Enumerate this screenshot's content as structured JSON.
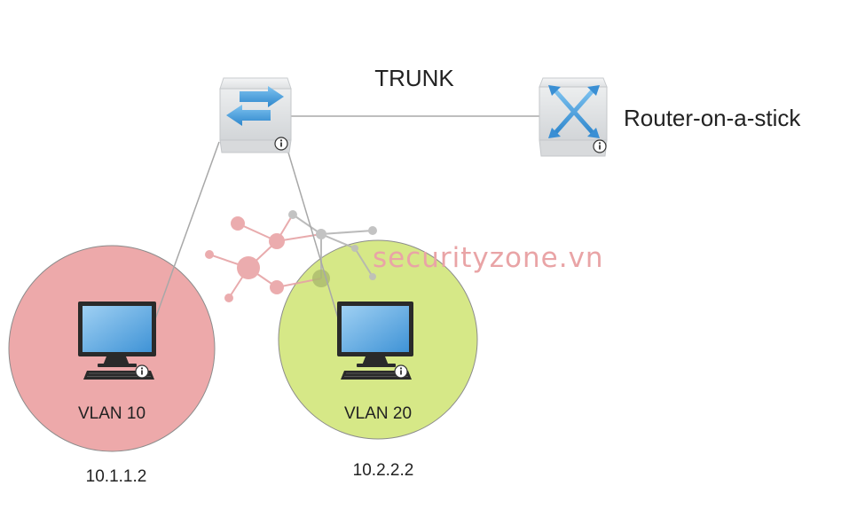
{
  "links": {
    "trunk_label": "TRUNK"
  },
  "router": {
    "label": "Router-on-a-stick"
  },
  "vlan10": {
    "label": "VLAN 10",
    "ip": "10.1.1.2",
    "color": "#eda9aa"
  },
  "vlan20": {
    "label": "VLAN 20",
    "ip": "10.2.2.2",
    "color": "#d6e887"
  },
  "watermark": {
    "text": "securityzone.vn",
    "color": "#e9a4a6"
  },
  "icons": {
    "switch": "switch-icon",
    "router": "router-icon",
    "pc": "desktop-pc-icon",
    "info": "info-icon"
  }
}
